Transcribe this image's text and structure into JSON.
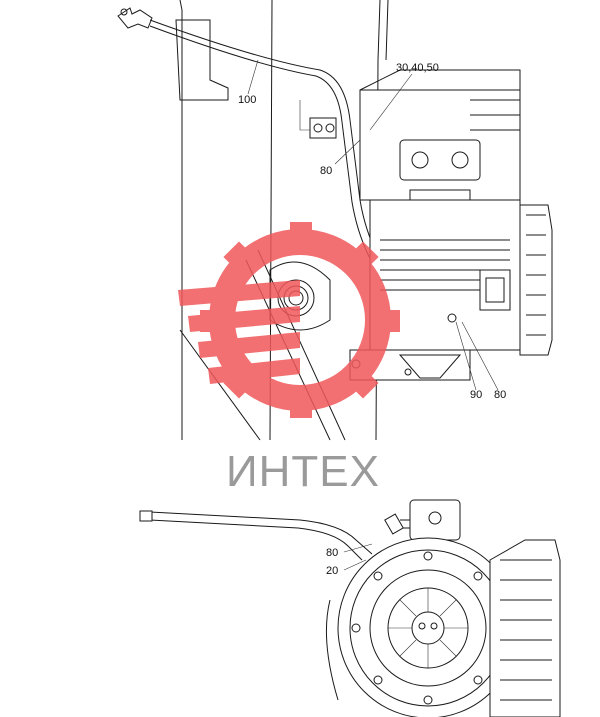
{
  "watermark": {
    "text": "ИНТЕХ",
    "logo_color": "#f0585a",
    "text_color": "#9a9a9a"
  },
  "top_view": {
    "callouts": [
      {
        "id": "c100",
        "label": "100"
      },
      {
        "id": "c304050",
        "label": "30,40,50"
      },
      {
        "id": "c80a",
        "label": "80"
      },
      {
        "id": "c90",
        "label": "90"
      },
      {
        "id": "c80b",
        "label": "80"
      }
    ]
  },
  "bottom_view": {
    "callouts": [
      {
        "id": "c80c",
        "label": "80"
      },
      {
        "id": "c20",
        "label": "20"
      }
    ]
  }
}
